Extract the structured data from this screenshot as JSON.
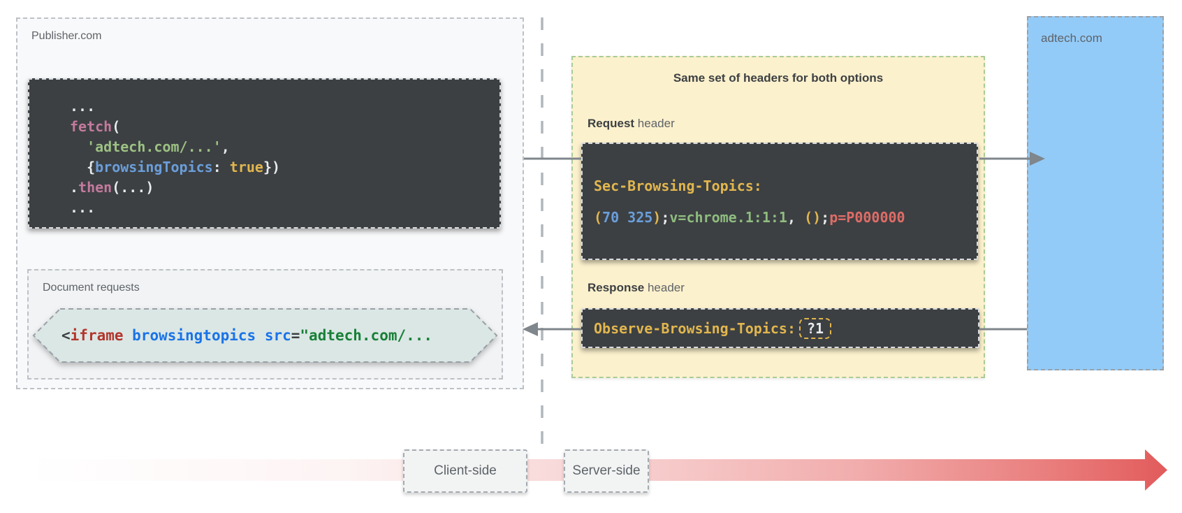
{
  "palette": {
    "code_block_bg": "#3c4043",
    "publisher_bg": "#f8f9fa",
    "doc_requests_bg": "#f1f3f4",
    "hexagon_bg": "#dbe7e5",
    "headers_panel_bg": "#fcf1cd",
    "headers_panel_border_green": "#a9cb96",
    "adtech_bg": "#93cbf8",
    "timeline_red": "#e4605f",
    "connector_gray": "#7f868c",
    "code_yellow": "#e2b64e",
    "code_blue": "#6b9eda",
    "code_green": "#9dc183",
    "code_pink": "#c47a9d",
    "code_red": "#df6c67",
    "code_white": "#e8eaed"
  },
  "publisher": {
    "label": "Publisher.com",
    "fetch_code": {
      "lines": [
        [
          {
            "t": "...",
            "c": "#e8eaed"
          }
        ],
        [
          {
            "t": "fetch",
            "c": "#c47a9d"
          },
          {
            "t": "(",
            "c": "#e8eaed"
          }
        ],
        [
          {
            "t": "  ",
            "c": "#e8eaed"
          },
          {
            "t": "'adtech.com/...'",
            "c": "#9dc183"
          },
          {
            "t": ",",
            "c": "#e8eaed"
          }
        ],
        [
          {
            "t": "  {",
            "c": "#e8eaed"
          },
          {
            "t": "browsingTopics",
            "c": "#6b9eda"
          },
          {
            "t": ": ",
            "c": "#e8eaed"
          },
          {
            "t": "true",
            "c": "#e2b64e"
          },
          {
            "t": "})",
            "c": "#e8eaed"
          }
        ],
        [
          {
            "t": ".",
            "c": "#e8eaed"
          },
          {
            "t": "then",
            "c": "#c47a9d"
          },
          {
            "t": "(...)",
            "c": "#e8eaed"
          }
        ],
        [
          {
            "t": "...",
            "c": "#e8eaed"
          }
        ]
      ]
    },
    "document_requests": {
      "label": "Document requests",
      "iframe_code": [
        {
          "t": "<",
          "c": "#3c4043"
        },
        {
          "t": "iframe",
          "c": "#b3362b"
        },
        {
          "t": " browsingtopics",
          "c": "#1a73e8"
        },
        {
          "t": " src",
          "c": "#1a73e8"
        },
        {
          "t": "=",
          "c": "#3c4043"
        },
        {
          "t": "\"adtech.com/...",
          "c": "#188038"
        }
      ]
    }
  },
  "headers_panel": {
    "title": "Same set of headers for both options",
    "request_label_bold": "Request",
    "request_label_rest": " header",
    "request_code": {
      "name_line": [
        {
          "t": "Sec-Browsing-Topics:",
          "c": "#e2b64e"
        }
      ],
      "value_line": [
        {
          "t": "(",
          "c": "#e2b64e"
        },
        {
          "t": "70 325",
          "c": "#6b9eda"
        },
        {
          "t": ")",
          "c": "#e2b64e"
        },
        {
          "t": ";",
          "c": "#e8eaed"
        },
        {
          "t": "v=chrome.1:1:1",
          "c": "#8fbc7f"
        },
        {
          "t": ", ",
          "c": "#e8eaed"
        },
        {
          "t": "()",
          "c": "#e2b64e"
        },
        {
          "t": ";",
          "c": "#e8eaed"
        },
        {
          "t": "p=P000000",
          "c": "#df6c67"
        }
      ]
    },
    "response_label_bold": "Response",
    "response_label_rest": " header",
    "response_code": {
      "name": "Observe-Browsing-Topics:",
      "value": "?1"
    }
  },
  "adtech": {
    "label": "adtech.com"
  },
  "timeline": {
    "client_label": "Client-side",
    "server_label": "Server-side"
  }
}
